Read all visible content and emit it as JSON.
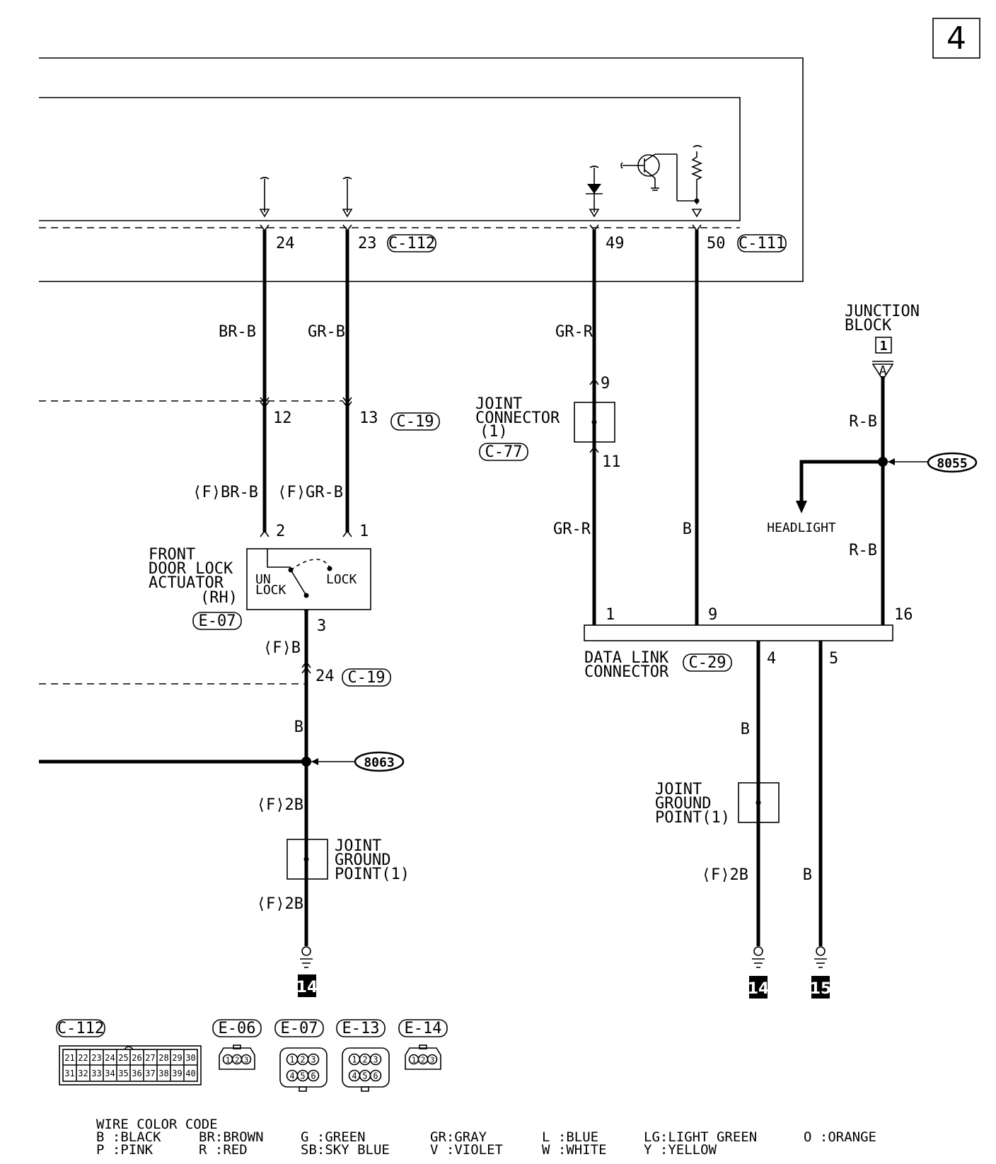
{
  "page_number": "4",
  "ecu_pins": {
    "p24": "24",
    "p23": "23",
    "p49": "49",
    "p50": "50"
  },
  "connectors": {
    "c112": "C-112",
    "c111": "C-111",
    "c19": "C-19",
    "c77": "C-77",
    "e07": "E-07",
    "c29": "C-29",
    "e06": "E-06",
    "e13": "E-13",
    "e14": "E-14"
  },
  "wires": {
    "br_b": "BR-B",
    "gr_b": "GR-B",
    "gr_r": "GR-R",
    "r_b": "R-B",
    "b": "B",
    "f_br_b": "⟨F⟩BR-B",
    "f_gr_b": "⟨F⟩GR-B",
    "f_b": "⟨F⟩B",
    "f_2b": "⟨F⟩2B"
  },
  "c19_pins": {
    "p12": "12",
    "p13": "13",
    "p24": "24"
  },
  "actuator": {
    "name_lines": [
      "FRONT",
      "DOOR LOCK",
      "ACTUATOR",
      "(RH)"
    ],
    "pin2": "2",
    "pin1": "1",
    "pin3": "3",
    "unlock_lines": [
      "UN",
      "LOCK"
    ],
    "lock": "LOCK"
  },
  "joint_connector": {
    "lines": [
      "JOINT",
      "CONNECTOR",
      "(1)"
    ],
    "pin9": "9",
    "pin11": "11"
  },
  "junction_block": {
    "lines": [
      "JUNCTION",
      "BLOCK"
    ],
    "number": "1",
    "terminal": "A"
  },
  "splices": {
    "s8055": "8055",
    "s8063": "8063"
  },
  "headlight": "HEADLIGHT",
  "data_link": {
    "lines": [
      "DATA LINK",
      "CONNECTOR"
    ],
    "p1": "1",
    "p9": "9",
    "p16": "16",
    "p4": "4",
    "p5": "5"
  },
  "ground_point": {
    "lines": [
      "JOINT",
      "GROUND",
      "POINT(1)"
    ]
  },
  "ground_numbers": {
    "g14a": "14",
    "g14b": "14",
    "g15": "15"
  },
  "connector_pins": {
    "c112_row1": [
      "21",
      "22",
      "23",
      "24",
      "25",
      "26",
      "27",
      "28",
      "29",
      "30"
    ],
    "c112_row2": [
      "31",
      "32",
      "33",
      "34",
      "35",
      "36",
      "37",
      "38",
      "39",
      "40"
    ],
    "three": [
      "1",
      "2",
      "3"
    ],
    "six_top": [
      "1",
      "2",
      "3"
    ],
    "six_bot": [
      "4",
      "5",
      "6"
    ]
  },
  "legend": {
    "title": "WIRE COLOR CODE",
    "row1": [
      "B :BLACK",
      "BR:BROWN",
      "G :GREEN",
      "GR:GRAY",
      "L :BLUE",
      "LG:LIGHT GREEN",
      "O :ORANGE"
    ],
    "row2": [
      "P :PINK",
      "R :RED",
      "SB:SKY BLUE",
      "V :VIOLET",
      "W :WHITE",
      "Y :YELLOW"
    ]
  }
}
